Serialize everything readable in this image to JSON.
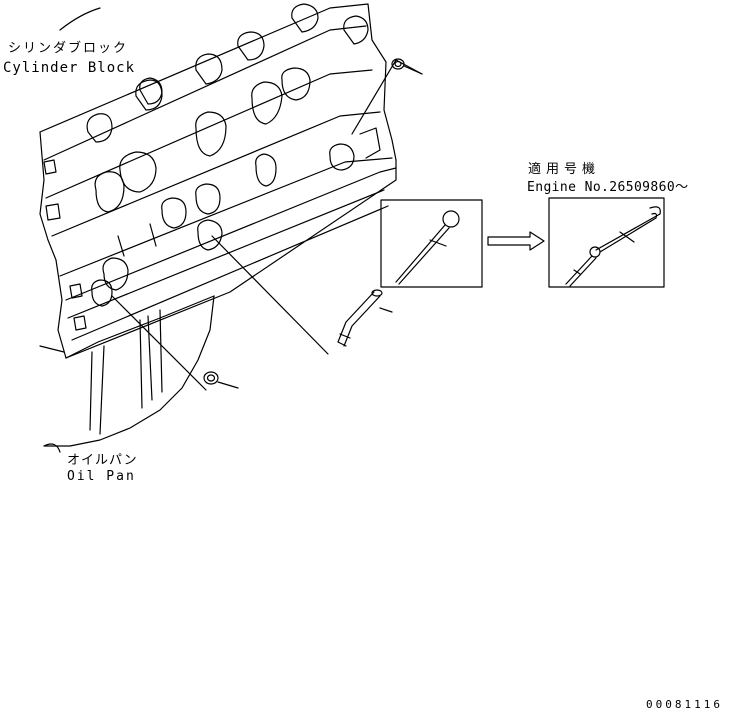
{
  "labels": {
    "cylinder_block_jp": "シリンダブロック",
    "cylinder_block_en": "Cylinder Block",
    "applicable_jp": "適用号機",
    "applicable_en": "Engine No.26509860～",
    "oil_pan_jp": "オイルパン",
    "oil_pan_en": "Oil Pan",
    "drawing_id": "00081116"
  }
}
